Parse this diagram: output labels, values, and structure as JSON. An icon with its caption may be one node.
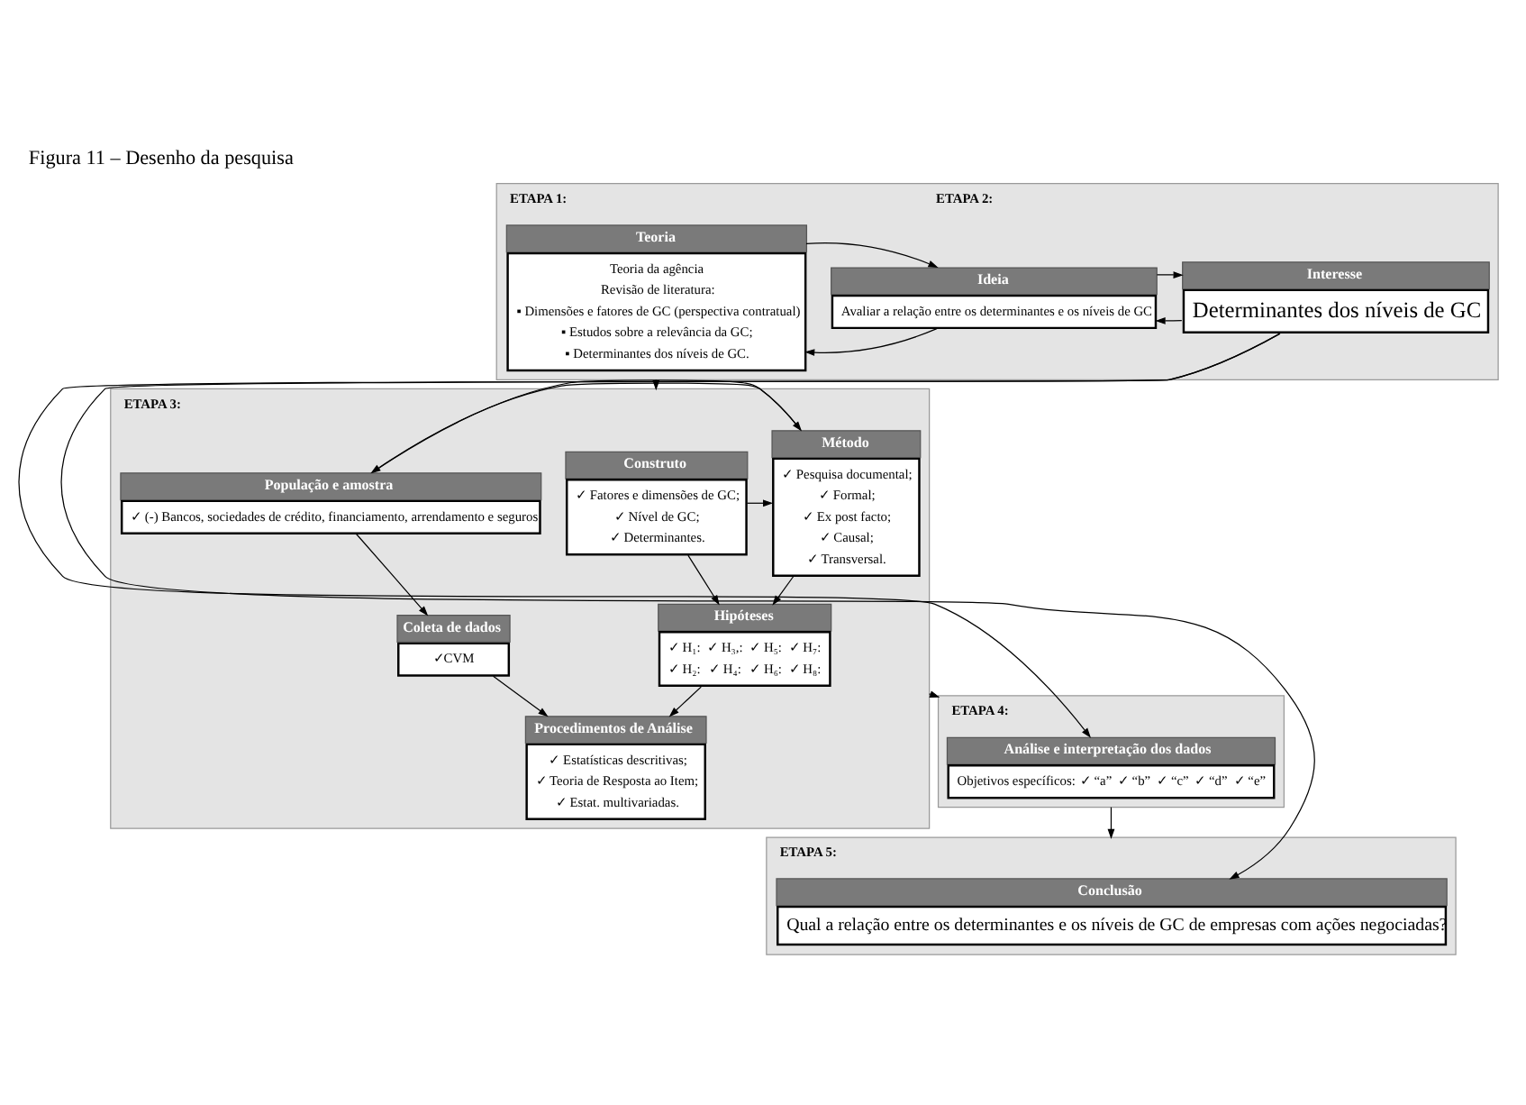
{
  "diagram": {
    "title": "Figura 11 – Desenho da pesquisa",
    "nodes": [
      {
        "text": [
          "ETAPA 1:",
          "ETAPA 2:"
        ]
      },
      {
        "text": [
          "Interesse",
          "Determinantes dos níveis de GC"
        ],
        "in": 0
      },
      {
        "text": [
          "Ideia",
          "Avaliar a relação entre os determinantes e os níveis de GC"
        ],
        "in": 0
      },
      {
        "text": [
          "Teoria",
          "Teoria da agência",
          "Revisão de literatura:",
          "▪ Dimensões e fatores de GC (perspectiva contratual)",
          "▪ Estudos sobre a relevância da GC;",
          "▪ Determinantes dos níveis de GC."
        ],
        "in": 0
      },
      {
        "text": [
          "ETAPA 3:"
        ]
      },
      {
        "text": [
          "Construto",
          "✓ Fatores e dimensões de GC;",
          "✓ Nível de GC;",
          "✓ Determinantes."
        ],
        "in": 4
      },
      {
        "text": [
          "Método",
          "✓ Pesquisa documental;",
          "✓ Formal;",
          "✓ Ex post facto;",
          "✓ Causal;",
          "✓ Transversal."
        ],
        "in": 4
      },
      {
        "text": [
          "População e amostra",
          "✓ (-) Bancos, sociedades de crédito, financiamento, arrendamento e seguros"
        ],
        "in": 4
      },
      {
        "text": [
          "Coleta de dados",
          "✓CVM"
        ],
        "in": 4
      },
      {
        "text": [
          "Procedimentos de Análise",
          "✓ Estatísticas descritivas;",
          "✓ Teoria de Resposta ao Item;",
          "✓ Estat. multivariadas."
        ],
        "in": 4
      },
      {
        "text": [
          "Hipóteses",
          "✓ H₁:",
          "✓ H₃,:",
          "✓ H₅:",
          "✓ H₇:",
          "✓ H₂:",
          "✓ H₄:",
          "✓ H₆:",
          "✓ H₈:"
        ],
        "in": 4
      },
      {
        "text": [
          "ETAPA 4:"
        ]
      },
      {
        "text": [
          "Análise e interpretação dos dados",
          "Objetivos específicos:",
          "✓ “a”",
          "✓ “b”",
          "✓ “c”",
          "✓ “d”",
          "✓ “e”"
        ],
        "in": 11
      },
      {
        "text": [
          "ETAPA 5:"
        ]
      },
      {
        "text": [
          "Conclusão",
          "Qual a relação entre os determinantes e os níveis de GC de empresas com ações negociadas?"
        ],
        "in": 13
      }
    ],
    "edges": [
      {
        "from": 1,
        "to": 2,
        "arrow": "to"
      },
      {
        "from": 2,
        "to": 1,
        "arrow": "to"
      },
      {
        "from": 2,
        "to": 3,
        "arrow": "to"
      },
      {
        "from": 3,
        "to": 2,
        "arrow": "to"
      },
      {
        "from": 0,
        "to": 4,
        "arrow": "to"
      },
      {
        "from": 5,
        "to": 6,
        "arrow": "to"
      },
      {
        "from": 5,
        "to": 10,
        "arrow": "to"
      },
      {
        "from": 6,
        "to": 10,
        "arrow": "to"
      },
      {
        "from": 6,
        "to": 7,
        "arrow": "to"
      },
      {
        "from": 7,
        "to": 6,
        "arrow": "to"
      },
      {
        "from": 7,
        "to": 8,
        "arrow": "to"
      },
      {
        "from": 8,
        "to": 9,
        "arrow": "to"
      },
      {
        "from": 10,
        "to": 9,
        "arrow": "to"
      },
      {
        "from": 4,
        "to": 11,
        "arrow": "to"
      },
      {
        "from": 11,
        "to": 13,
        "arrow": "to"
      },
      {
        "from": 1,
        "to": 12,
        "arrow": "to"
      },
      {
        "from": 1,
        "to": 14,
        "arrow": "to"
      }
    ]
  }
}
